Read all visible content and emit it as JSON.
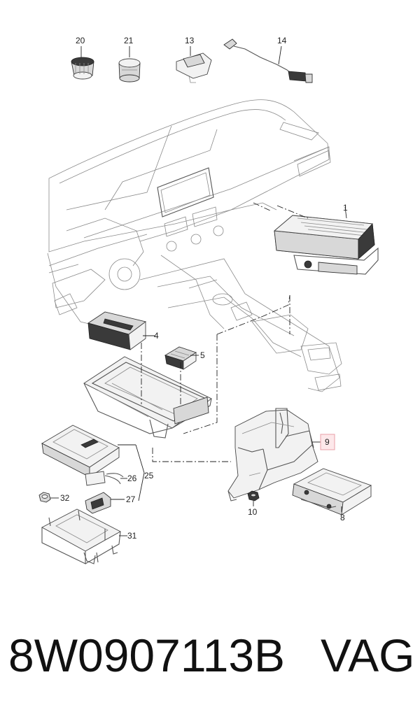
{
  "callouts": {
    "c1": "1",
    "c4": "4",
    "c5": "5",
    "c8": "8",
    "c9": "9",
    "c10": "10",
    "c13": "13",
    "c14": "14",
    "c20": "20",
    "c21": "21",
    "c25": "25",
    "c26": "26",
    "c27": "27",
    "c31": "31",
    "c32": "32"
  },
  "highlight_color": "#e9a0a8",
  "footer": {
    "part_number": "8W0907113B",
    "brand": "VAG"
  }
}
